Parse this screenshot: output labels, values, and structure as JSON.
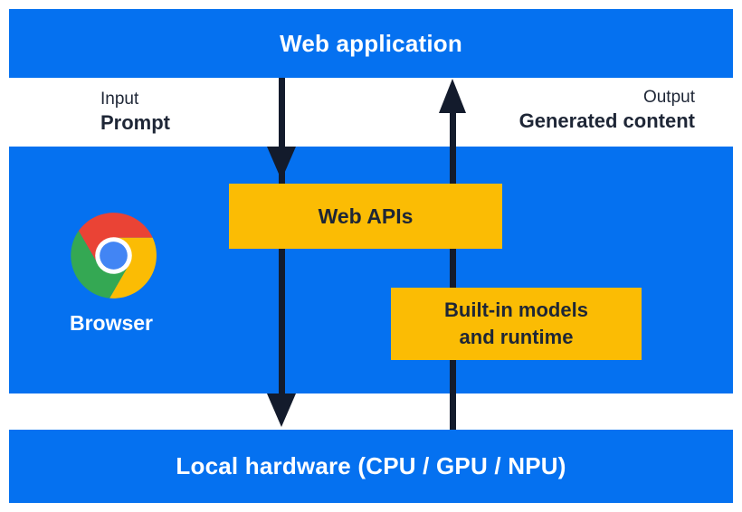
{
  "colors": {
    "panel_blue": "#0571f0",
    "accent_yellow": "#fbbc04",
    "arrow_navy": "#131b2c",
    "text_navy": "#1e2636",
    "chrome_red": "#ea4335",
    "chrome_yellow": "#fbbc04",
    "chrome_green": "#34a853",
    "chrome_blue": "#4285f4"
  },
  "top_bar": {
    "title": "Web application"
  },
  "io_labels": {
    "input_label": "Input",
    "input_value": "Prompt",
    "output_label": "Output",
    "output_value": "Generated content"
  },
  "browser_panel": {
    "web_apis_label": "Web APIs",
    "builtin_line1": "Built-in models",
    "builtin_line2": "and runtime",
    "browser_label": "Browser",
    "icon": "chrome-logo"
  },
  "arrows": {
    "down": "input-flow-arrow",
    "up": "output-flow-arrow"
  },
  "bottom_bar": {
    "title": "Local hardware (CPU / GPU / NPU)"
  }
}
